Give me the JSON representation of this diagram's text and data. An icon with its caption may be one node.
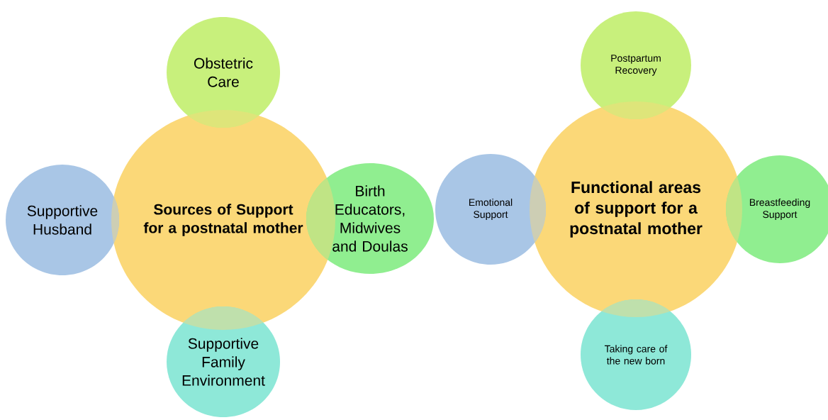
{
  "diagram": {
    "nodes": [
      {
        "text": [
          "Obstetric Care"
        ]
      },
      {
        "text": [
          "Supportive Husband"
        ]
      },
      {
        "text": [
          "Sources of Support for a postnatal mother"
        ]
      },
      {
        "text": [
          "Birth Educators, Midwives and Doulas"
        ]
      },
      {
        "text": [
          "Supportive Family Environment"
        ]
      },
      {
        "text": [
          "Postpartum Recovery"
        ]
      },
      {
        "text": [
          "Emotional Support"
        ]
      },
      {
        "text": [
          "Functional areas of support for a postnatal mother"
        ]
      },
      {
        "text": [
          "Breastfeeding Support"
        ]
      },
      {
        "text": [
          "Taking care of the new born"
        ]
      }
    ]
  }
}
